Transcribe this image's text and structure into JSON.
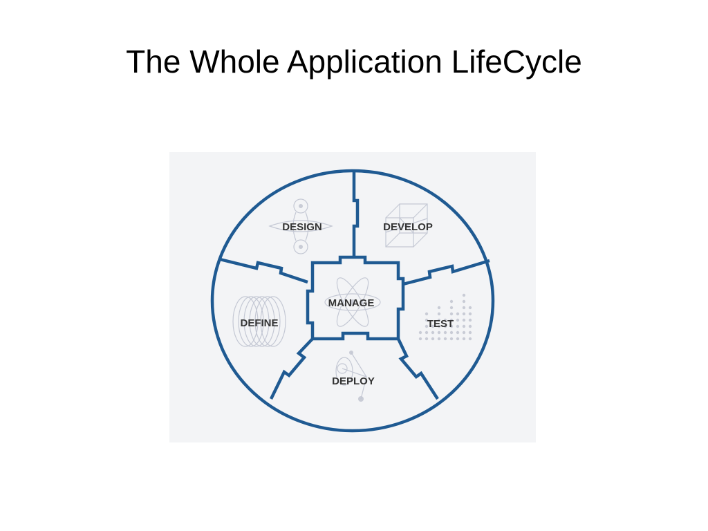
{
  "slide": {
    "title": "The Whole Application LifeCycle"
  },
  "diagram": {
    "outline_color": "#1f5a92",
    "segments": [
      {
        "label": "DESIGN",
        "icon": "node-connection-icon"
      },
      {
        "label": "DEVELOP",
        "icon": "wireframe-cube-icon"
      },
      {
        "label": "TEST",
        "icon": "dot-grid-icon"
      },
      {
        "label": "DEPLOY",
        "icon": "orbit-nodes-icon"
      },
      {
        "label": "DEFINE",
        "icon": "coil-rings-icon"
      }
    ],
    "center": {
      "label": "MANAGE",
      "icon": "atom-icon"
    }
  }
}
